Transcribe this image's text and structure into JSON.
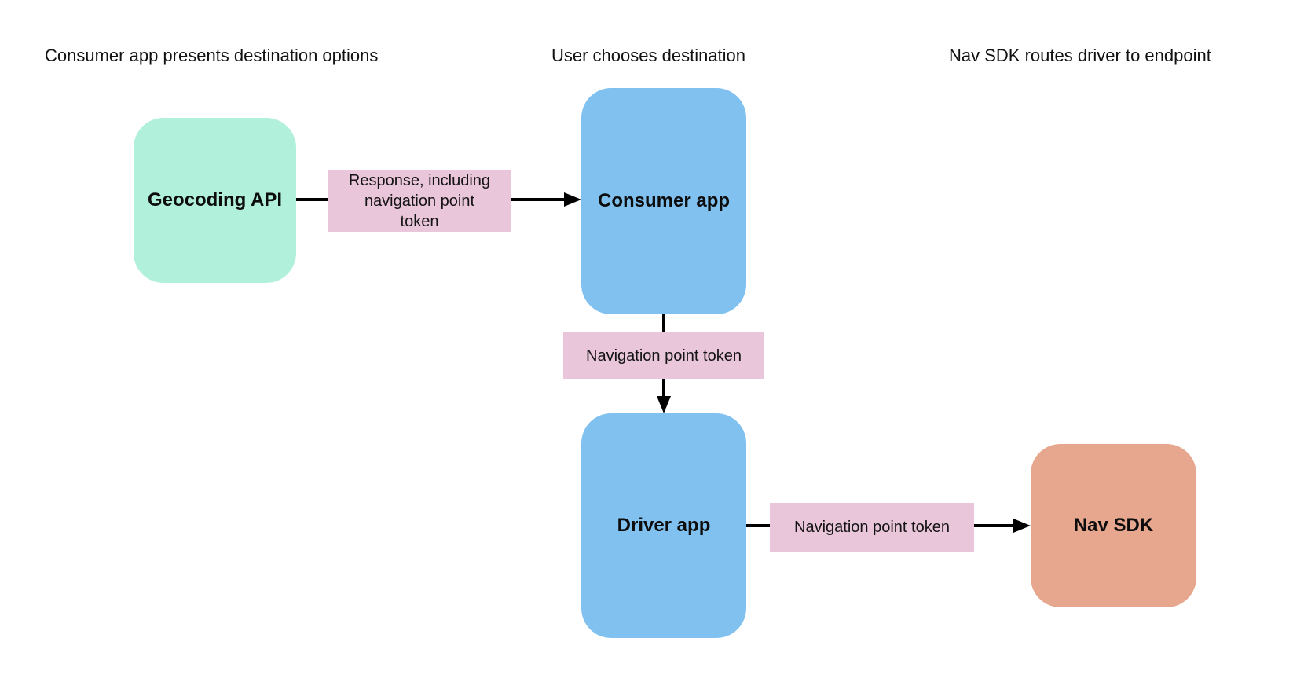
{
  "diagram": {
    "title_headers": [
      {
        "label": "Consumer app presents destination options"
      },
      {
        "label": "User chooses destination"
      },
      {
        "label": "Nav SDK routes driver to endpoint"
      }
    ],
    "nodes": [
      {
        "id": "geocoding-api",
        "label": "Geocoding API",
        "color": "#b1f0db"
      },
      {
        "id": "consumer-app",
        "label": "Consumer app",
        "color": "#81c1f0"
      },
      {
        "id": "driver-app",
        "label": "Driver app",
        "color": "#81c1f0"
      },
      {
        "id": "nav-sdk",
        "label": "Nav SDK",
        "color": "#e6a78e"
      }
    ],
    "edges": [
      {
        "from": "geocoding-api",
        "to": "consumer-app",
        "label": "Response, including navigation point token"
      },
      {
        "from": "consumer-app",
        "to": "driver-app",
        "label": "Navigation point token"
      },
      {
        "from": "driver-app",
        "to": "nav-sdk",
        "label": "Navigation point token"
      }
    ],
    "colors": {
      "background": "#ffffff",
      "edge_label_bg": "#eac6db",
      "arrow": "#000000",
      "header_text": "#121212",
      "node_text": "#0d0d0d"
    }
  }
}
